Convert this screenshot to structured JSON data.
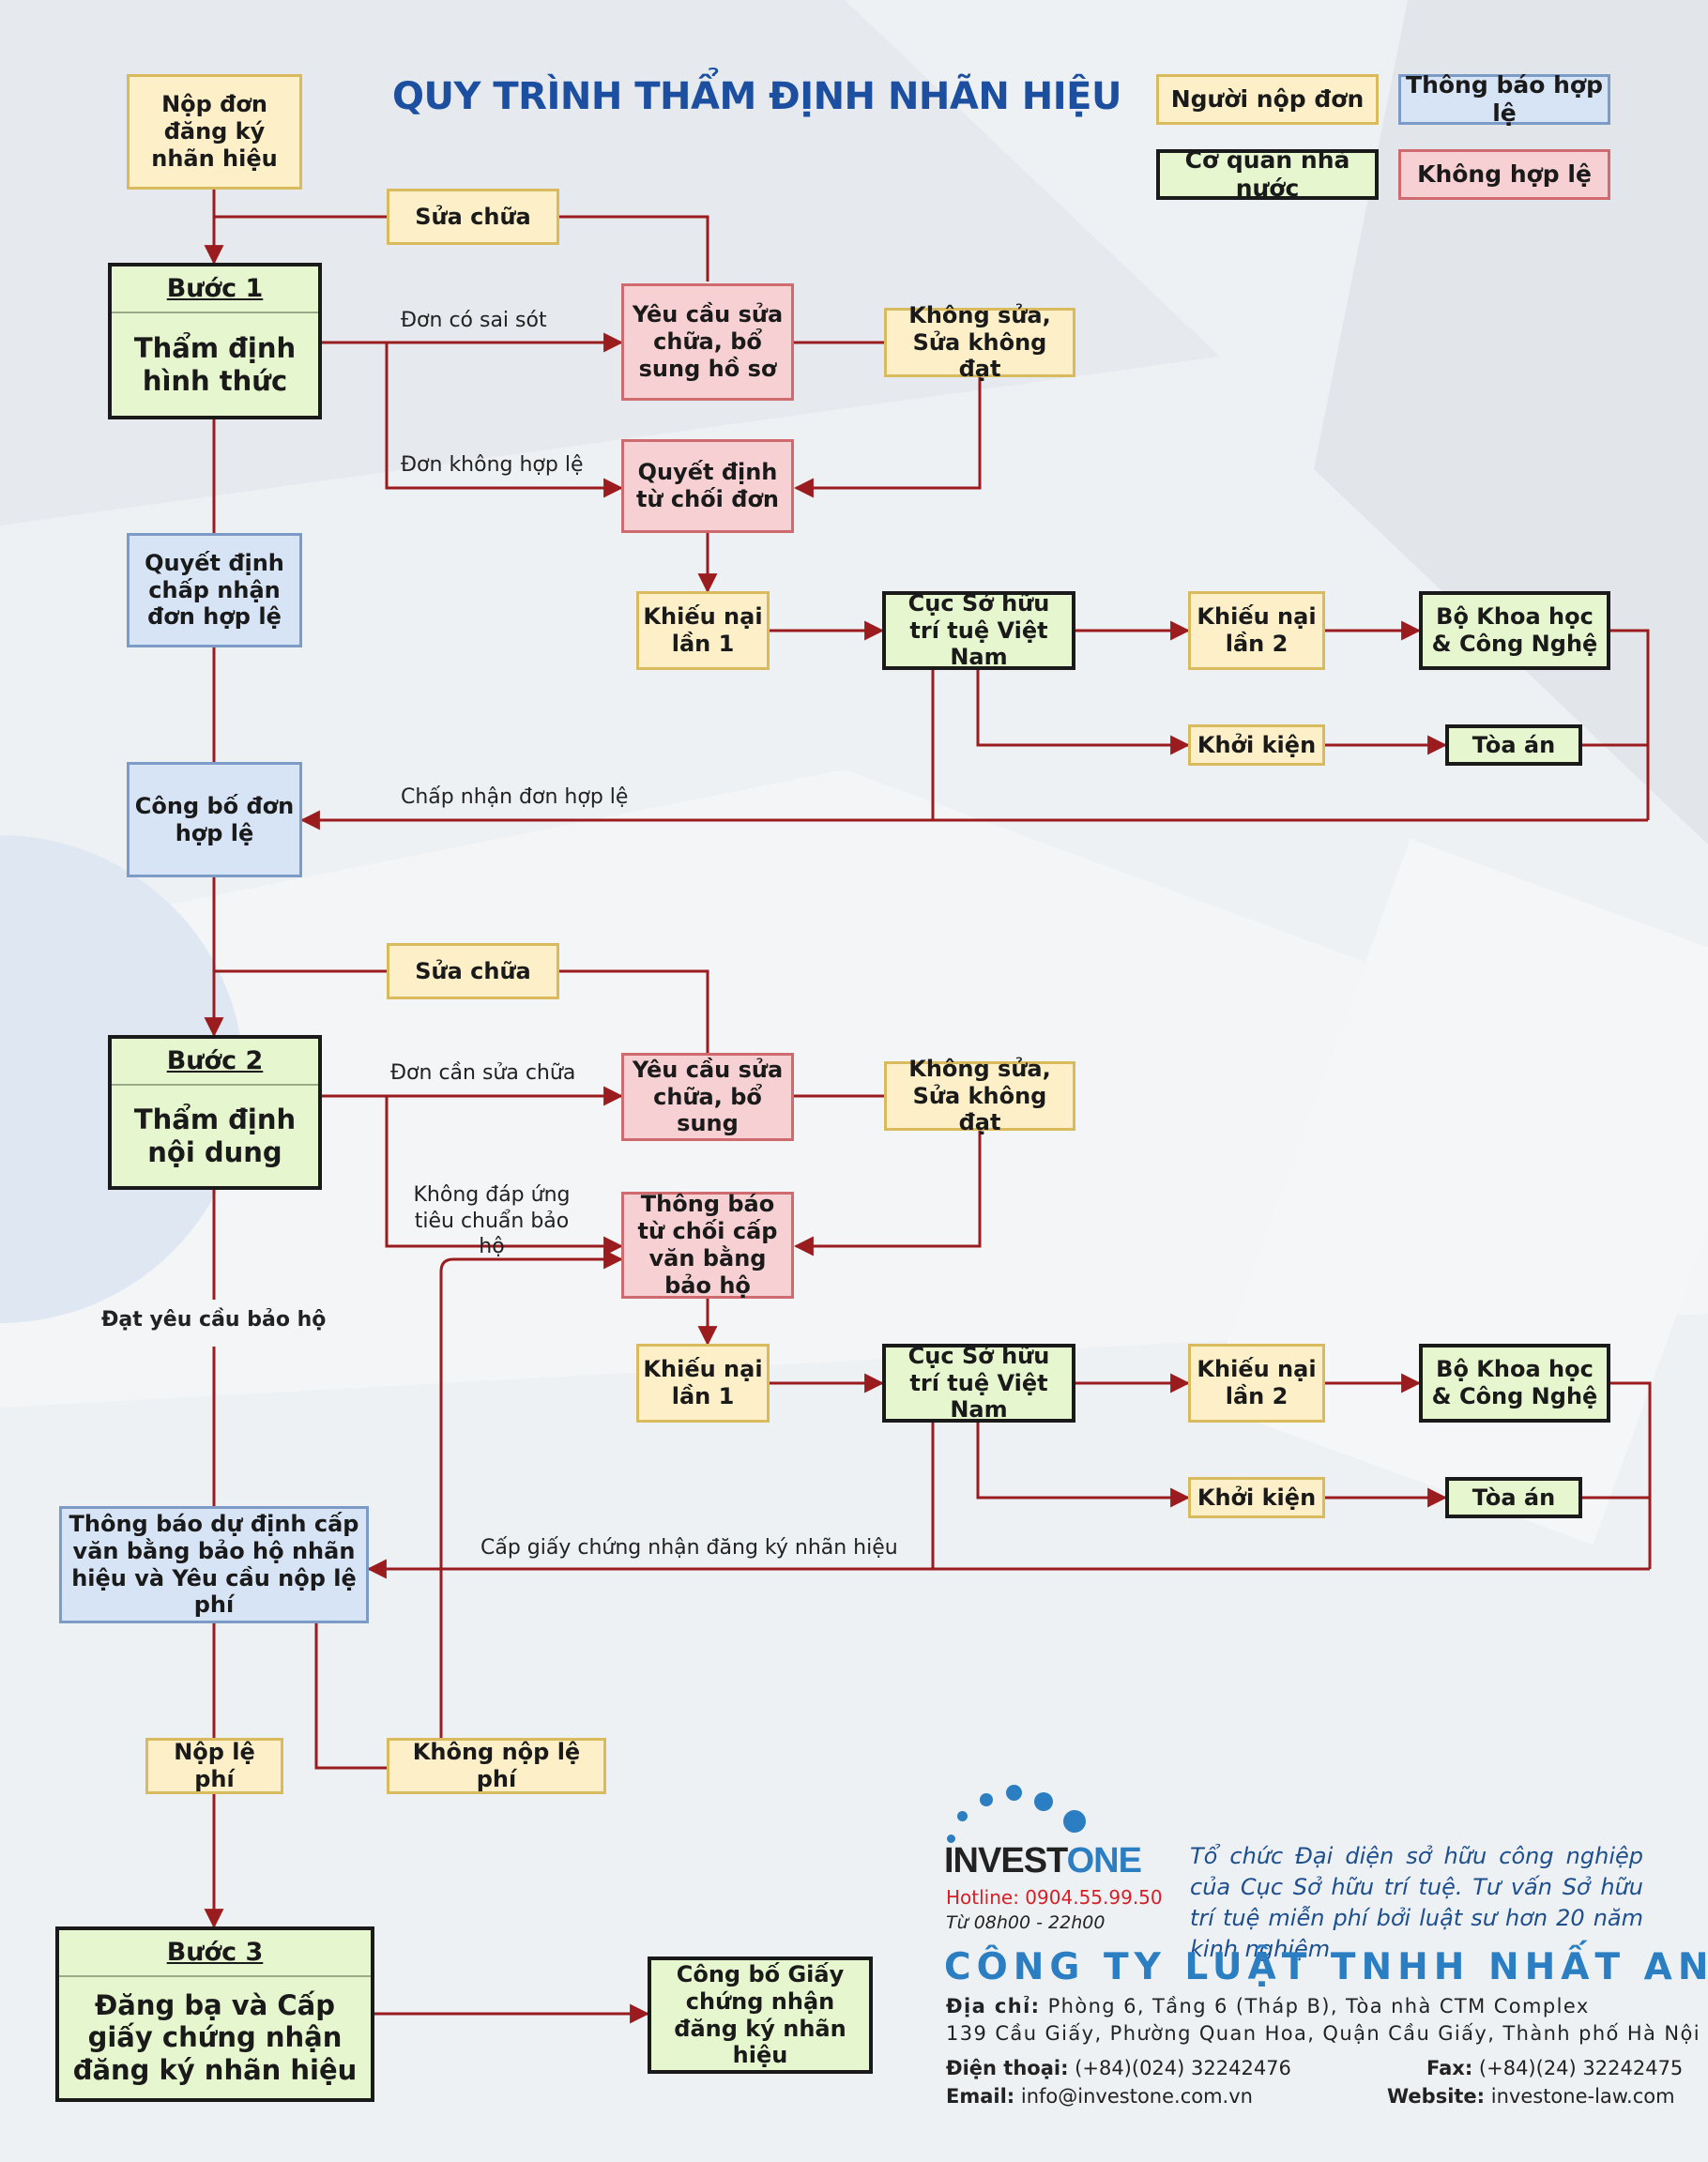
{
  "title": "QUY TRÌNH THẨM ĐỊNH NHÃN HIỆU",
  "legend": {
    "applicant": "Người nộp đơn",
    "valid_notice": "Thông báo hợp lệ",
    "state_agency": "Cơ quan nhà nước",
    "invalid": "Không hợp lệ"
  },
  "start": "Nộp đơn đăng ký nhãn hiệu",
  "step1": {
    "heading": "Bước 1",
    "name": "Thẩm định hình thức"
  },
  "phase1": {
    "fix": "Sửa chữa",
    "request_fix": "Yêu cầu sửa chữa, bổ sung hồ sơ",
    "no_fix": "Không sửa, Sửa không đạt",
    "reject": "Quyết định từ chối đơn",
    "accept": "Quyết định chấp nhận đơn hợp lệ",
    "complaint1": "Khiếu nại lần 1",
    "ip_office": "Cục Sở hữu trí tuệ Việt Nam",
    "complaint2": "Khiếu nại lần 2",
    "ministry": "Bộ Khoa học & Công Nghệ",
    "lawsuit": "Khởi kiện",
    "court": "Tòa án",
    "label_error": "Đơn có sai sót",
    "label_invalid": "Đơn không hợp lệ",
    "label_accept": "Chấp nhận đơn hợp lệ"
  },
  "publish": "Công bố đơn hợp lệ",
  "step2": {
    "heading": "Bước 2",
    "name": "Thẩm định nội dung"
  },
  "phase2": {
    "fix": "Sửa chữa",
    "request_fix": "Yêu cầu sửa chữa, bổ sung",
    "no_fix": "Không sửa, Sửa không đạt",
    "refuse": "Thông báo từ chối cấp văn bằng bảo hộ",
    "complaint1": "Khiếu nại lần 1",
    "ip_office": "Cục Sở hữu trí tuệ Việt Nam",
    "complaint2": "Khiếu nại lần 2",
    "ministry": "Bộ Khoa học & Công Nghệ",
    "lawsuit": "Khởi kiện",
    "court": "Tòa án",
    "label_need_fix": "Đơn cần sửa chữa",
    "label_not_meet": "Không đáp ứng tiêu chuẩn bảo hộ",
    "label_meet": "Đạt yêu cầu bảo hộ",
    "label_grant": "Cấp giấy chứng nhận đăng ký nhãn hiệu"
  },
  "notice_fee": "Thông báo dự định cấp văn bằng bảo hộ nhãn hiệu và Yêu cầu nộp lệ phí",
  "pay_fee": "Nộp lệ phí",
  "no_pay_fee": "Không nộp lệ phí",
  "step3": {
    "heading": "Bước 3",
    "name": "Đăng bạ và Cấp giấy chứng nhận đăng ký nhãn hiệu"
  },
  "publish_cert": "Công bố Giấy chứng nhận đăng ký nhãn hiệu",
  "footer": {
    "logo_invest": "INVEST",
    "logo_one": "ONE",
    "hotline": "Hotline: 0904.55.99.50",
    "hours": "Từ 08h00 - 22h00",
    "slogan": "Tổ chức Đại diện sở hữu công nghiệp của Cục Sở hữu trí tuệ. Tư vấn Sở hữu trí tuệ miễn phí bởi luật sư hơn 20 năm kinh nghiệm",
    "company": "CÔNG TY LUẬT TNHH NHẤT AN",
    "address_label": "Địa chỉ:",
    "address_line1": "Phòng 6, Tầng 6 (Tháp B), Tòa nhà CTM Complex",
    "address_line2": "139 Cầu Giấy, Phường Quan Hoa, Quận Cầu Giấy, Thành phố Hà Nội",
    "phone_label": "Điện thoại:",
    "phone": "(+84)(024) 32242476",
    "fax_label": "Fax:",
    "fax": "(+84)(24) 32242475",
    "email_label": "Email:",
    "email": "info@investone.com.vn",
    "website_label": "Website:",
    "website": "investone-law.com"
  },
  "colors": {
    "arrow": "#9b1c1f",
    "title": "#1d4fa1",
    "yellow_fill": "#fdf0c8",
    "green_fill": "#e6f6cf",
    "blue_fill": "#d6e4f6",
    "red_fill": "#f6d0d2"
  }
}
